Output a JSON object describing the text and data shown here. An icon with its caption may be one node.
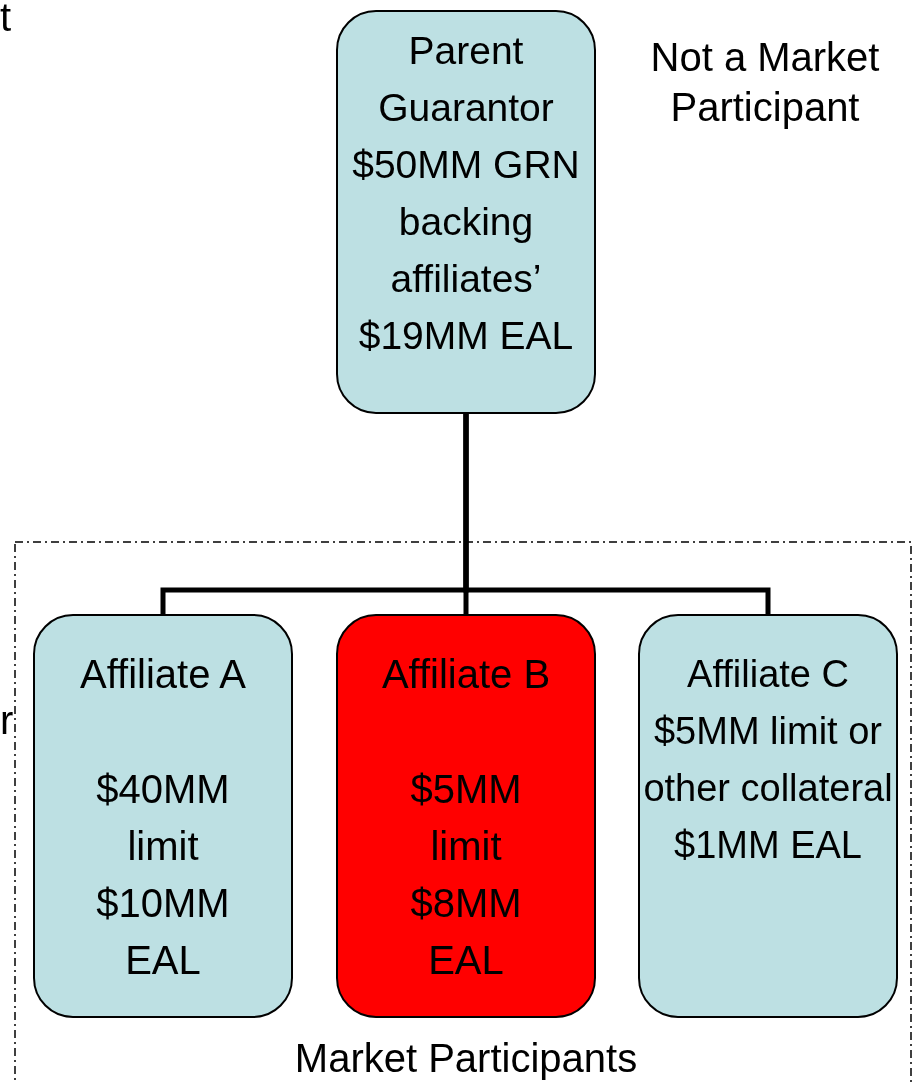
{
  "diagram": {
    "nodes": [
      {
        "text": [
          "Parent Guarantor $50MM GRN backing affiliates’ $19MM EAL"
        ]
      },
      {
        "text": [
          "Market Participants"
        ]
      },
      {
        "text": [
          "Affiliate A",
          "$40MM limit $10MM EAL"
        ],
        "in": 1
      },
      {
        "text": [
          "Affiliate B",
          "$5MM limit $8MM EAL"
        ],
        "in": 1
      },
      {
        "text": [
          "Affiliate C $5MM limit or other collateral $1MM EAL"
        ],
        "in": 1
      }
    ],
    "edges": [
      {
        "from": 0,
        "to": 2,
        "arrow": "none"
      },
      {
        "from": 0,
        "to": 3,
        "arrow": "none"
      },
      {
        "from": 0,
        "to": 4,
        "arrow": "none"
      }
    ],
    "labels": [
      "t",
      "Not a Market Participant",
      "r"
    ]
  }
}
